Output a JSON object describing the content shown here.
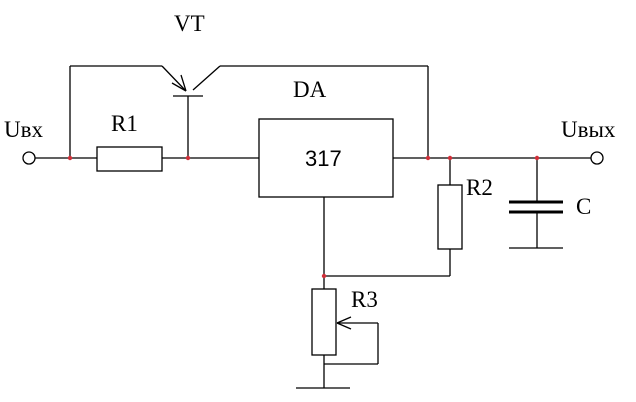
{
  "labels": {
    "input": "Uвх",
    "output": "Uвых",
    "transistor": "VT",
    "ic": "DA",
    "ic_part": "317",
    "r1": "R1",
    "r2": "R2",
    "r3": "R3",
    "capacitor": "C"
  },
  "colors": {
    "wire": "#000000",
    "junction": "#d0303a",
    "background": "#ffffff"
  }
}
